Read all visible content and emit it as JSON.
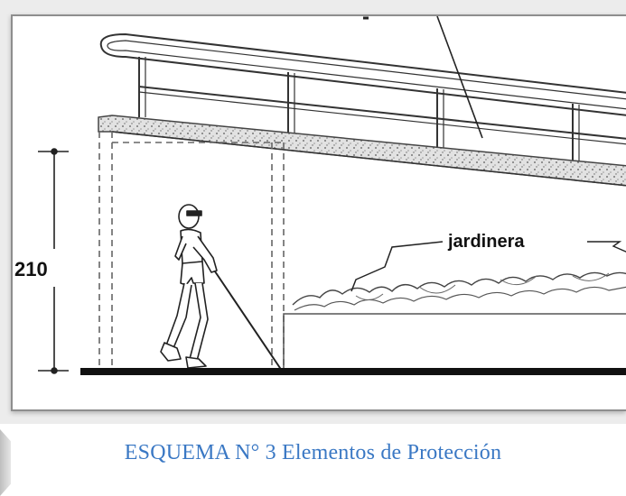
{
  "diagram": {
    "dimension_label": "210",
    "planter_label": "jardinera"
  },
  "caption": {
    "text": "ESQUEMA N° 3 Elementos de Protección",
    "color": "#3a78c4"
  },
  "icons": {
    "person": "pedestrian-with-cane-icon"
  }
}
